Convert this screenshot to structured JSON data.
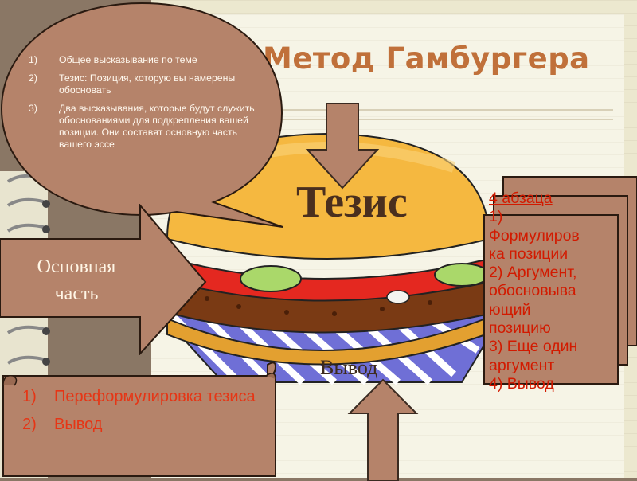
{
  "title": "Метод Гамбургера",
  "bubble": {
    "items": [
      {
        "num": "1)",
        "text": "Общее высказывание по теме"
      },
      {
        "num": "2)",
        "text": "Тезис: Позиция, которую вы намерены обосновать"
      },
      {
        "num": "3)",
        "text": "Два высказывания, которые будут служить обоснованиями для подкрепления вашей позиции. Они составят основную часть вашего эссе"
      }
    ]
  },
  "thesis_label": "Тезис",
  "main_part_label": "Основная часть",
  "conclusion_label": "Вывод",
  "paragraphs_card": {
    "lines": [
      "4 абзаца",
      "1)",
      "Формулиров",
      "ка позиции",
      "2) Аргумент,",
      "обосновыва",
      "ющий",
      "позицию",
      "3) Еще один",
      "аргумент",
      "4) Вывод"
    ]
  },
  "conclusion_box": {
    "items": [
      {
        "num": "1)",
        "text": "Переформулировка тезиса"
      },
      {
        "num": "2)",
        "text": "Вывод"
      }
    ]
  },
  "colors": {
    "brown_fill": "#b5836a",
    "title": "#c0703a",
    "red_text": "#d21a00",
    "bun": "#f5b840",
    "meat": "#7a3a14"
  }
}
